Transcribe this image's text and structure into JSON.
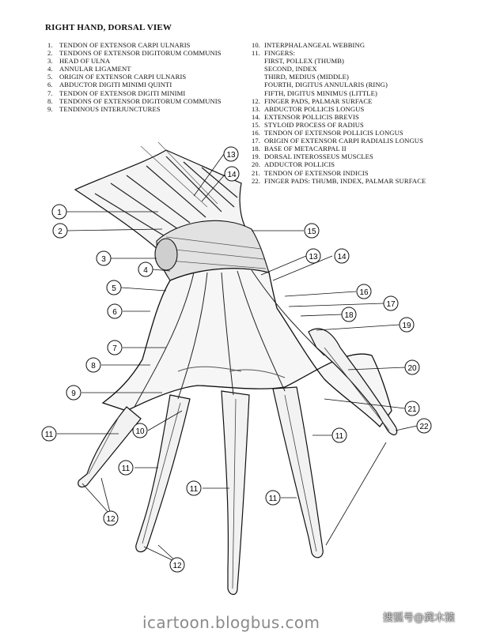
{
  "title": "RIGHT HAND, DORSAL VIEW",
  "legend_left": [
    {
      "num": "1.",
      "text": "TENDON OF EXTENSOR CARPI ULNARIS"
    },
    {
      "num": "2.",
      "text": "TENDONS OF EXTENSOR DIGITORUM COMMUNIS"
    },
    {
      "num": "3.",
      "text": "HEAD OF ULNA"
    },
    {
      "num": "4.",
      "text": "ANNULAR LIGAMENT"
    },
    {
      "num": "5.",
      "text": "ORIGIN OF EXTENSOR CARPI ULNARIS"
    },
    {
      "num": "6.",
      "text": "ABDUCTOR DIGITI MINIMI QUINTI"
    },
    {
      "num": "7.",
      "text": "TENDON OF EXTENSOR DIGITI MINIMI"
    },
    {
      "num": "8.",
      "text": "TENDONS OF EXTENSOR DIGITORUM COMMUNIS"
    },
    {
      "num": "9.",
      "text": "TENDINOUS INTERJUNCTURES"
    }
  ],
  "legend_right": [
    {
      "num": "10.",
      "text": "INTERPHALANGEAL WEBBING"
    },
    {
      "num": "11.",
      "text": "FINGERS:"
    },
    {
      "num": "",
      "text": "FIRST, POLLEX (THUMB)"
    },
    {
      "num": "",
      "text": "SECOND, INDEX"
    },
    {
      "num": "",
      "text": "THIRD, MEDIUS (MIDDLE)"
    },
    {
      "num": "",
      "text": "FOURTH, DIGITUS ANNULARIS (RING)"
    },
    {
      "num": "",
      "text": "FIFTH, DIGITUS MINIMUS (LITTLE)"
    },
    {
      "num": "12.",
      "text": "FINGER PADS, PALMAR SURFACE"
    },
    {
      "num": "13.",
      "text": "ABDUCTOR POLLICIS LONGUS"
    },
    {
      "num": "14.",
      "text": "EXTENSOR POLLICIS BREVIS"
    },
    {
      "num": "15.",
      "text": "STYLOID PROCESS OF RADIUS"
    },
    {
      "num": "16.",
      "text": "TENDON OF EXTENSOR POLLICIS LONGUS"
    },
    {
      "num": "17.",
      "text": "ORIGIN OF EXTENSOR CARPI RADIALIS LONGUS"
    },
    {
      "num": "18.",
      "text": "BASE OF METACARPAL II"
    },
    {
      "num": "19.",
      "text": "DORSAL INTEROSSEUS MUSCLES"
    },
    {
      "num": "20.",
      "text": "ADDUCTOR POLLICIS"
    },
    {
      "num": "21.",
      "text": "TENDON OF EXTENSOR INDICIS"
    },
    {
      "num": "22.",
      "text": "FINGER PADS: THUMB, INDEX, PALMAR SURFACE"
    }
  ],
  "callouts": {
    "c1": "1",
    "c2": "2",
    "c3": "3",
    "c4": "4",
    "c5": "5",
    "c6": "6",
    "c7": "7",
    "c8": "8",
    "c9": "9",
    "c10": "10",
    "c11a": "11",
    "c11b": "11",
    "c11c": "11",
    "c11d": "11",
    "c11e": "11",
    "c12a": "12",
    "c12b": "12",
    "c13a": "13",
    "c13b": "13",
    "c14a": "14",
    "c14b": "14",
    "c15": "15",
    "c16": "16",
    "c17": "17",
    "c18": "18",
    "c19": "19",
    "c20": "20",
    "c21": "21",
    "c22": "22"
  },
  "footer": {
    "watermark": "icartoon.blogbus.com",
    "credit": "搜狐号@龚木猿"
  },
  "colors": {
    "ink": "#111111",
    "shade": "#3a3a3a",
    "paper": "#ffffff",
    "watermark": "#8a8a8a"
  }
}
